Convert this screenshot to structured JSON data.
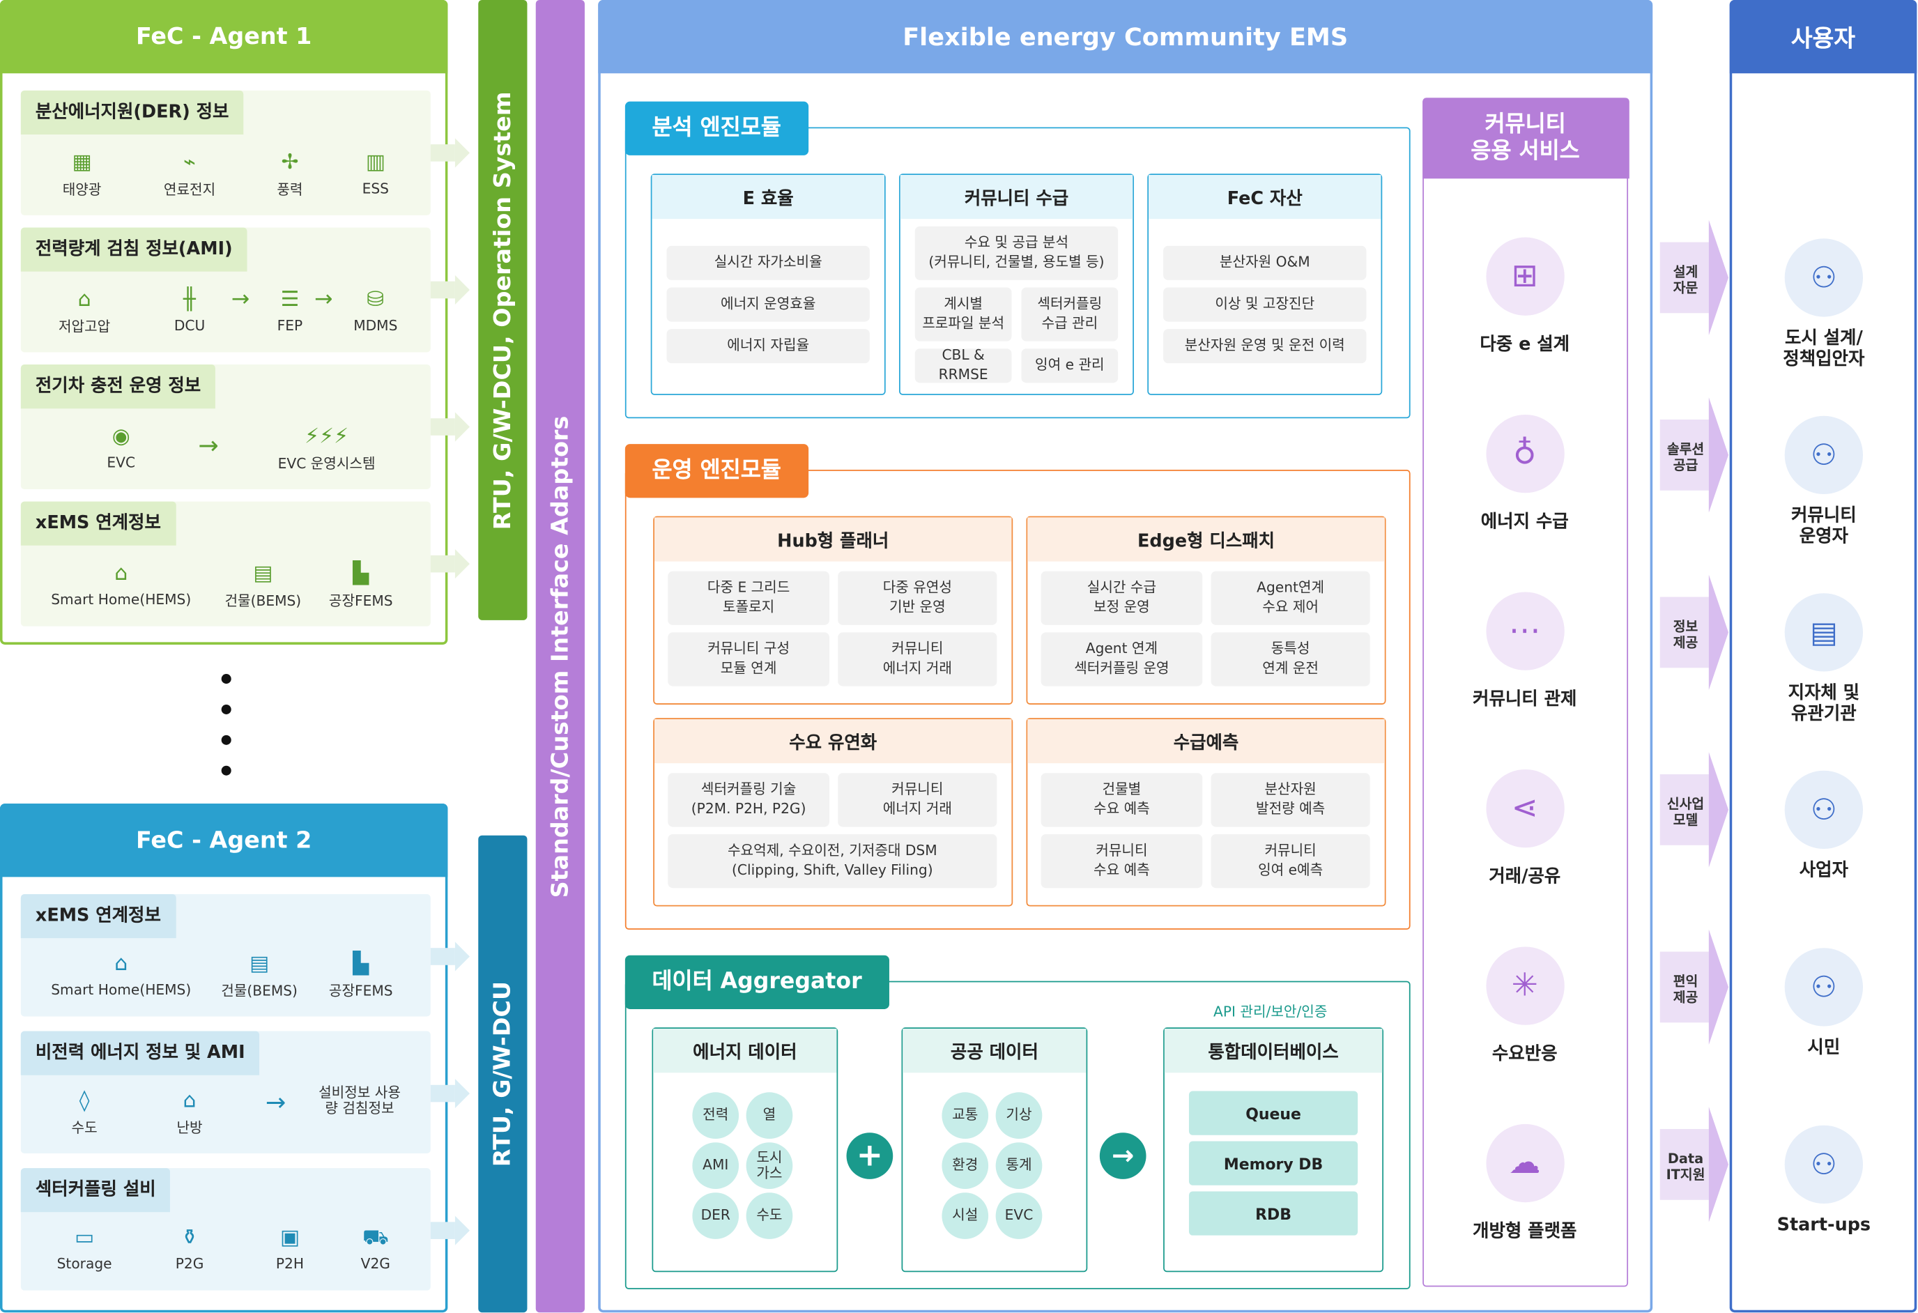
{
  "agent1": {
    "title": "FeC - Agent 1",
    "sections": [
      {
        "title": "분산에너지원(DER) 정보",
        "items": [
          {
            "label": "태양광",
            "icon": "solar-panel-icon"
          },
          {
            "label": "연료전지",
            "icon": "fuel-cell-icon"
          },
          {
            "label": "풍력",
            "icon": "wind-turbine-icon"
          },
          {
            "label": "ESS",
            "icon": "battery-storage-icon"
          }
        ]
      },
      {
        "title": "전력량계 검침 정보(AMI)",
        "items": [
          {
            "label": "저압고압",
            "icon": "house-power-icon"
          },
          {
            "label": "DCU",
            "icon": "transmission-tower-icon"
          },
          {
            "label": "FEP",
            "icon": "server-icon"
          },
          {
            "label": "MDMS",
            "icon": "database-icon"
          }
        ]
      },
      {
        "title": "전기차 충전 운영 정보",
        "items": [
          {
            "label": "EVC",
            "icon": "car-icon"
          },
          {
            "label": "EVC 운영시스템",
            "icon": "ev-charger-icon"
          }
        ]
      },
      {
        "title": "xEMS 연계정보",
        "items": [
          {
            "label": "Smart Home(HEMS)",
            "icon": "home-icon"
          },
          {
            "label": "건물(BEMS)",
            "icon": "building-icon"
          },
          {
            "label": "공장FEMS",
            "icon": "factory-icon"
          }
        ]
      }
    ]
  },
  "agent2": {
    "title": "FeC - Agent 2",
    "sections": [
      {
        "title": "xEMS 연계정보",
        "items": [
          {
            "label": "Smart Home(HEMS)",
            "icon": "home-icon"
          },
          {
            "label": "건물(BEMS)",
            "icon": "building-icon"
          },
          {
            "label": "공장FEMS",
            "icon": "factory-icon"
          }
        ]
      },
      {
        "title": "비전력 에너지 정보 및 AMI",
        "items": [
          {
            "label": "수도",
            "icon": "water-drop-icon"
          },
          {
            "label": "난방",
            "icon": "heating-icon"
          },
          {
            "label": "설비정보 사용량 검침정보",
            "icon": ""
          }
        ]
      },
      {
        "title": "섹터커플링 설비",
        "items": [
          {
            "label": "Storage",
            "icon": "storage-icon"
          },
          {
            "label": "P2G",
            "icon": "gas-tank-icon"
          },
          {
            "label": "P2H",
            "icon": "heat-pump-icon"
          },
          {
            "label": "V2G",
            "icon": "vehicle-grid-icon"
          }
        ]
      }
    ]
  },
  "bars": {
    "rtu_os": "RTU, G/W-DCU, Operation System",
    "adaptors": "Standard/Custom Interface Adaptors",
    "rtu": "RTU, G/W-DCU"
  },
  "ems": {
    "title": "Flexible energy Community EMS",
    "analysis": {
      "tag": "분석 엔진모듈",
      "e_eff": {
        "title": "E 효율",
        "items": [
          "실시간 자가소비율",
          "에너지 운영효율",
          "에너지 자립율"
        ]
      },
      "community": {
        "title": "커뮤니티 수급",
        "items": [
          "수요 및 공급 분석\n(커뮤니티, 건물별, 용도별 등)",
          "계시별\n프로파일 분석",
          "섹터커플링\n수급 관리",
          "CBL & RRMSE",
          "잉여 e 관리"
        ]
      },
      "asset": {
        "title": "FeC 자산",
        "items": [
          "분산자원 O&M",
          "이상 및 고장진단",
          "분산자원 운영 및 운전 이력"
        ]
      }
    },
    "operation": {
      "tag": "운영 엔진모듈",
      "hub": {
        "title": "Hub형 플래너",
        "items": [
          "다중 E 그리드\n토폴로지",
          "다중 유연성\n기반 운영",
          "커뮤니티 구성\n모듈 연계",
          "커뮤니티\n에너지 거래"
        ]
      },
      "edge": {
        "title": "Edge형 디스패치",
        "items": [
          "실시간 수급\n보정 운영",
          "Agent연계\n수요 제어",
          "Agent 연계\n섹터커플링 운영",
          "동특성\n연계 운전"
        ]
      },
      "demand": {
        "title": "수요 유연화",
        "items": [
          "섹터커플링 기술\n(P2M. P2H, P2G)",
          "커뮤니티\n에너지 거래",
          "수요억제, 수요이전, 기저증대 DSM\n(Clipping, Shift, Valley Filing)"
        ]
      },
      "forecast": {
        "title": "수급예측",
        "items": [
          "건물별\n수요 예측",
          "분산자원\n발전량 예측",
          "커뮤니티\n수요 예측",
          "커뮤니티\n잉여 e예측"
        ]
      }
    },
    "aggregator": {
      "tag": "데이터 Aggregator",
      "api_label": "API 관리/보안/인증",
      "energy": {
        "title": "에너지 데이터",
        "items": [
          "전력",
          "열",
          "AMI",
          "도시\n가스",
          "DER",
          "수도"
        ]
      },
      "public": {
        "title": "공공 데이터",
        "items": [
          "교통",
          "기상",
          "환경",
          "통계",
          "시설",
          "EVC"
        ]
      },
      "integrated": {
        "title": "통합데이터베이스",
        "items": [
          "Queue",
          "Memory DB",
          "RDB"
        ]
      },
      "plus_icon": "plus-icon",
      "arrow_icon": "arrow-right-icon"
    }
  },
  "services": {
    "title": "커뮤니티\n응용 서비스",
    "items": [
      {
        "label": "다중 e 설계",
        "icon": "network-icon"
      },
      {
        "label": "에너지 수급",
        "icon": "lightbulb-icon"
      },
      {
        "label": "커뮤니티 관제",
        "icon": "chat-icon"
      },
      {
        "label": "거래/공유",
        "icon": "share-icon"
      },
      {
        "label": "수요반응",
        "icon": "hub-icon"
      },
      {
        "label": "개방형 플랫폼",
        "icon": "cloud-upload-icon"
      }
    ]
  },
  "flows": [
    "설계\n자문",
    "솔루션\n공급",
    "정보\n제공",
    "신사업\n모델",
    "편익\n제공",
    "Data\nIT지원"
  ],
  "users": {
    "title": "사용자",
    "items": [
      {
        "label": "도시 설계/\n정책입안자",
        "icon": "people-icon"
      },
      {
        "label": "커뮤니티\n운영자",
        "icon": "people-icon"
      },
      {
        "label": "지자체 및\n유관기관",
        "icon": "building-icon"
      },
      {
        "label": "사업자",
        "icon": "people-icon"
      },
      {
        "label": "시민",
        "icon": "people-icon"
      },
      {
        "label": "Start-ups",
        "icon": "people-icon"
      }
    ]
  },
  "colors": {
    "agent1": "#8dc63f",
    "agent2": "#2aa0cf",
    "bar1": "#6aab2e",
    "bar2": "#1a82ad",
    "adaptor": "#b57ed8",
    "ems": "#7aa8e8",
    "analysis": "#1fa9dc",
    "operation": "#f47f2f",
    "aggregator": "#1a9a8c",
    "services": "#b57ed8",
    "users": "#3f6ec9"
  }
}
